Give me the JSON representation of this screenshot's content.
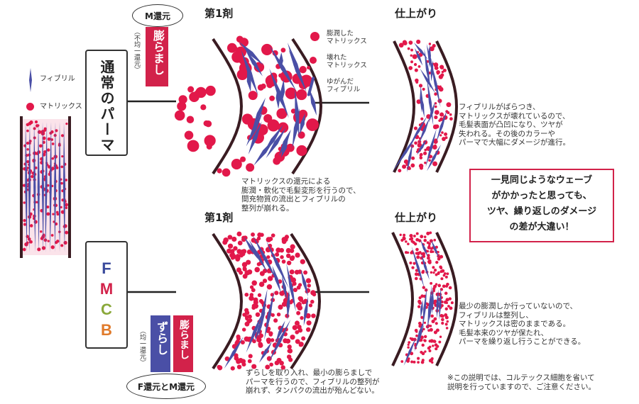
{
  "legend": {
    "fibril_label": "フィブリル",
    "matrix_label": "マトリックス"
  },
  "top": {
    "oval_label": "M還元",
    "swell_label": "膨らまし",
    "uneven_label": "（不均一還元）",
    "box_label": "通常のパーマ",
    "step1_title": "第1剤",
    "finish_title": "仕上がり",
    "swollen_matrix": "膨潤した\nマトリックス",
    "broken_matrix": "壊れた\nマトリックス",
    "distorted_fibril": "ゆがんだ\nフィブリル",
    "step1_note": "マトリックスの還元による\n膨潤・軟化で毛髪変形を行うので、\n間充物質の流出とフィブリルの\n整列が崩れる。",
    "finish_note": "フィブリルがばらつき、\nマトリックスが壊れているので、\n毛髪表面が凸凹になり、ツヤが\n失われる。その後のカラーや\nパーマで大幅にダメージが進行。"
  },
  "callout": "一見同じようなウェーブ\nがかかったと思っても、\nツヤ、繰り返しのダメージ\nの差が大違い！",
  "bottom": {
    "brand_letters": [
      "F",
      "M",
      "C",
      "B"
    ],
    "brand_colors": [
      "#3a4a9c",
      "#d2224a",
      "#8aa83a",
      "#e07a2a"
    ],
    "shift_label": "ずらし",
    "swell_label": "膨らまし",
    "even_label": "（均一還元）",
    "oval_label": "F還元とM還元",
    "step1_title": "第1剤",
    "finish_title": "仕上がり",
    "step1_note": "ずらしを取り入れ、最小の膨らましで\nパーマを行うので、フィブリルの整列が\n崩れず、タンパクの流出が殆んどない。",
    "finish_note": "最少の膨潤しか行っていないので、\nフィブリルは整列し、\nマトリックスは密のままである。\n毛髪本来のツヤが保たれ、\nパーマを繰り返し行うことができる。",
    "footnote": "※この説明では、コルテックス細胞を省いて\n説明を行っていますので、ご注意ください。"
  },
  "colors": {
    "matrix": "#e2184a",
    "fibril": "#4a4fa6",
    "border": "#3a1c22",
    "accent": "#d2224a"
  }
}
